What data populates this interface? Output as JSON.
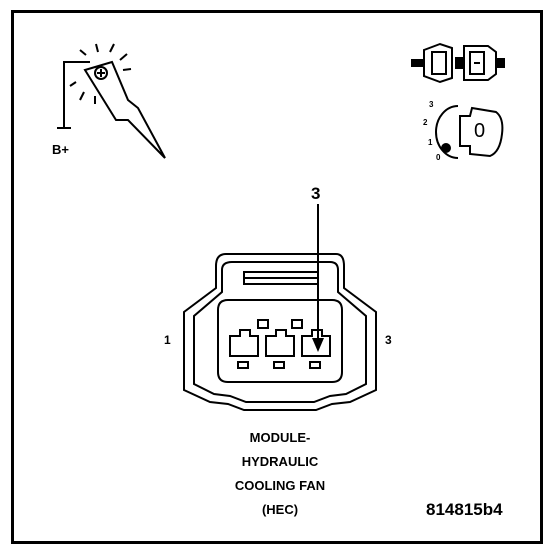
{
  "labels": {
    "b_plus": "B+",
    "pin_callout": "3",
    "cavity_left": "1",
    "cavity_right": "3",
    "ignition_positions": [
      "3",
      "2",
      "1",
      "0"
    ],
    "ignition_key_position": "0"
  },
  "caption": {
    "line1": "MODULE-",
    "line2": "HYDRAULIC",
    "line3": "COOLING FAN",
    "line4": "(HEC)"
  },
  "figure_id": "814815b4",
  "icons": {
    "test_lamp": "test-lamp-icon",
    "connector_disconnect": "connector-disconnected-icon",
    "ignition_switch": "ignition-key-icon"
  }
}
